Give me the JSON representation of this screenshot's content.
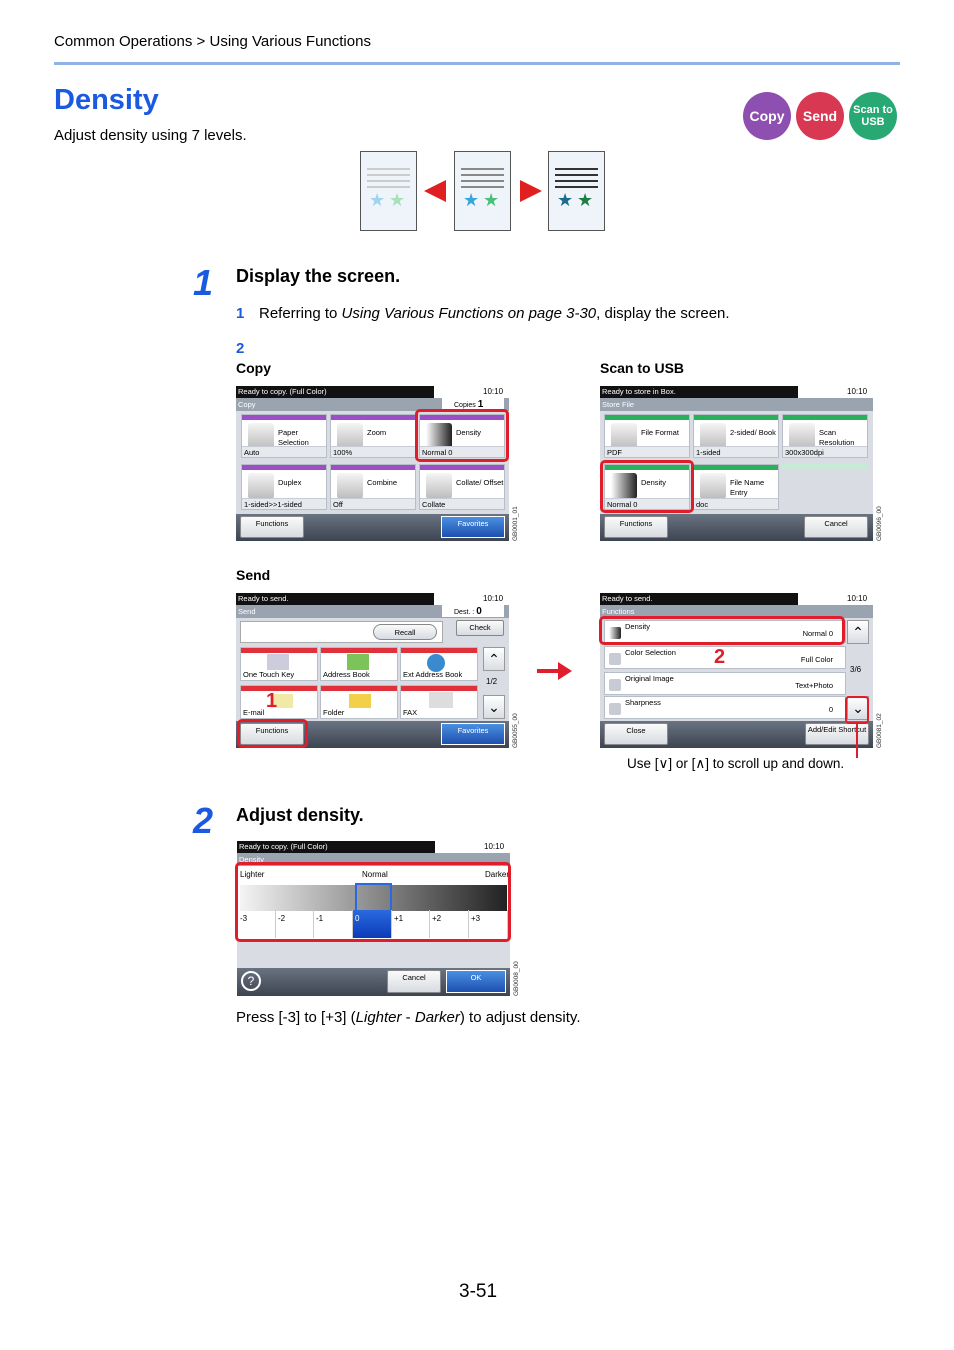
{
  "header": {
    "breadcrumb": "Common Operations > Using Various Functions",
    "title": "Density",
    "subtitle": "Adjust density using 7 levels."
  },
  "badges": {
    "copy": "Copy",
    "send": "Send",
    "scan_to_usb": "Scan to USB"
  },
  "step1": {
    "number": "1",
    "title": "Display the screen.",
    "sub1_num": "1",
    "sub1_text_a": "Referring to ",
    "sub1_text_italic": "Using Various Functions on page 3-30",
    "sub1_text_b": ", display the screen.",
    "sub2_num": "2",
    "label_copy": "Copy",
    "label_scan": "Scan to USB",
    "label_send": "Send"
  },
  "copy_screen": {
    "status": "Ready to copy. (Full Color)",
    "time": "10:10",
    "tab": "Copy",
    "copies_label": "Copies",
    "copies_value": "1",
    "tiles": [
      {
        "name": "Paper Selection",
        "value": "Auto"
      },
      {
        "name": "Zoom",
        "value": "100%"
      },
      {
        "name": "Density",
        "value": "Normal 0"
      },
      {
        "name": "Duplex",
        "value": "1-sided>>1-sided"
      },
      {
        "name": "Combine",
        "value": "Off"
      },
      {
        "name": "Collate/ Offset",
        "value": "Collate"
      }
    ],
    "functions": "Functions",
    "favorites": "Favorites",
    "code": "GB0001_01"
  },
  "usb_screen": {
    "status": "Ready to store in Box.",
    "time": "10:10",
    "tab": "Store File",
    "tiles": [
      {
        "name": "File Format",
        "value": "PDF"
      },
      {
        "name": "2-sided/ Book",
        "value": "1-sided"
      },
      {
        "name": "Scan Resolution",
        "value": "300x300dpi"
      },
      {
        "name": "Density",
        "value": "Normal 0"
      },
      {
        "name": "File Name Entry",
        "value": "doc"
      }
    ],
    "functions": "Functions",
    "cancel": "Cancel",
    "code": "GB0096_00"
  },
  "send_screen": {
    "status": "Ready to send.",
    "time": "10:10",
    "tab": "Send",
    "dest_label": "Dest. :",
    "dest_value": "0",
    "recall": "Recall",
    "check": "Check",
    "tiles": [
      {
        "name": "One Touch Key"
      },
      {
        "name": "Address Book"
      },
      {
        "name": "Ext Address Book"
      },
      {
        "name": "E-mail"
      },
      {
        "name": "Folder"
      },
      {
        "name": "FAX"
      }
    ],
    "page": "1/2",
    "functions": "Functions",
    "favorites": "Favorites",
    "marker": "1",
    "code": "GB0055_00"
  },
  "func_screen": {
    "status": "Ready to send.",
    "time": "10:10",
    "tab": "Functions",
    "rows": [
      {
        "name": "Density",
        "value": "Normal 0"
      },
      {
        "name": "Color Selection",
        "value": "Full Color"
      },
      {
        "name": "Original Image",
        "value": "Text+Photo"
      },
      {
        "name": "Sharpness",
        "value": "0"
      }
    ],
    "page": "3/6",
    "close": "Close",
    "add_edit": "Add/Edit Shortcut",
    "marker": "2",
    "code": "GB0081_02"
  },
  "scroll_note": "Use [∨] or [∧] to scroll up and down.",
  "step2": {
    "number": "2",
    "title": "Adjust density."
  },
  "density_screen": {
    "status": "Ready to copy. (Full Color)",
    "time": "10:10",
    "tab": "Density",
    "lighter": "Lighter",
    "normal": "Normal",
    "darker": "Darker",
    "levels": [
      "-3",
      "-2",
      "-1",
      "0",
      "+1",
      "+2",
      "+3"
    ],
    "selected_level": "0",
    "cancel": "Cancel",
    "ok": "OK",
    "code": "GB0008_00"
  },
  "final": {
    "text_a": "Press [-3] to [+3] (",
    "italic_a": "Lighter",
    "dash": " - ",
    "italic_b": "Darker",
    "text_b": ") to adjust density."
  },
  "page_number": "3-51",
  "colors": {
    "accent": "#1a5ae0",
    "highlight": "#e01e2b"
  }
}
